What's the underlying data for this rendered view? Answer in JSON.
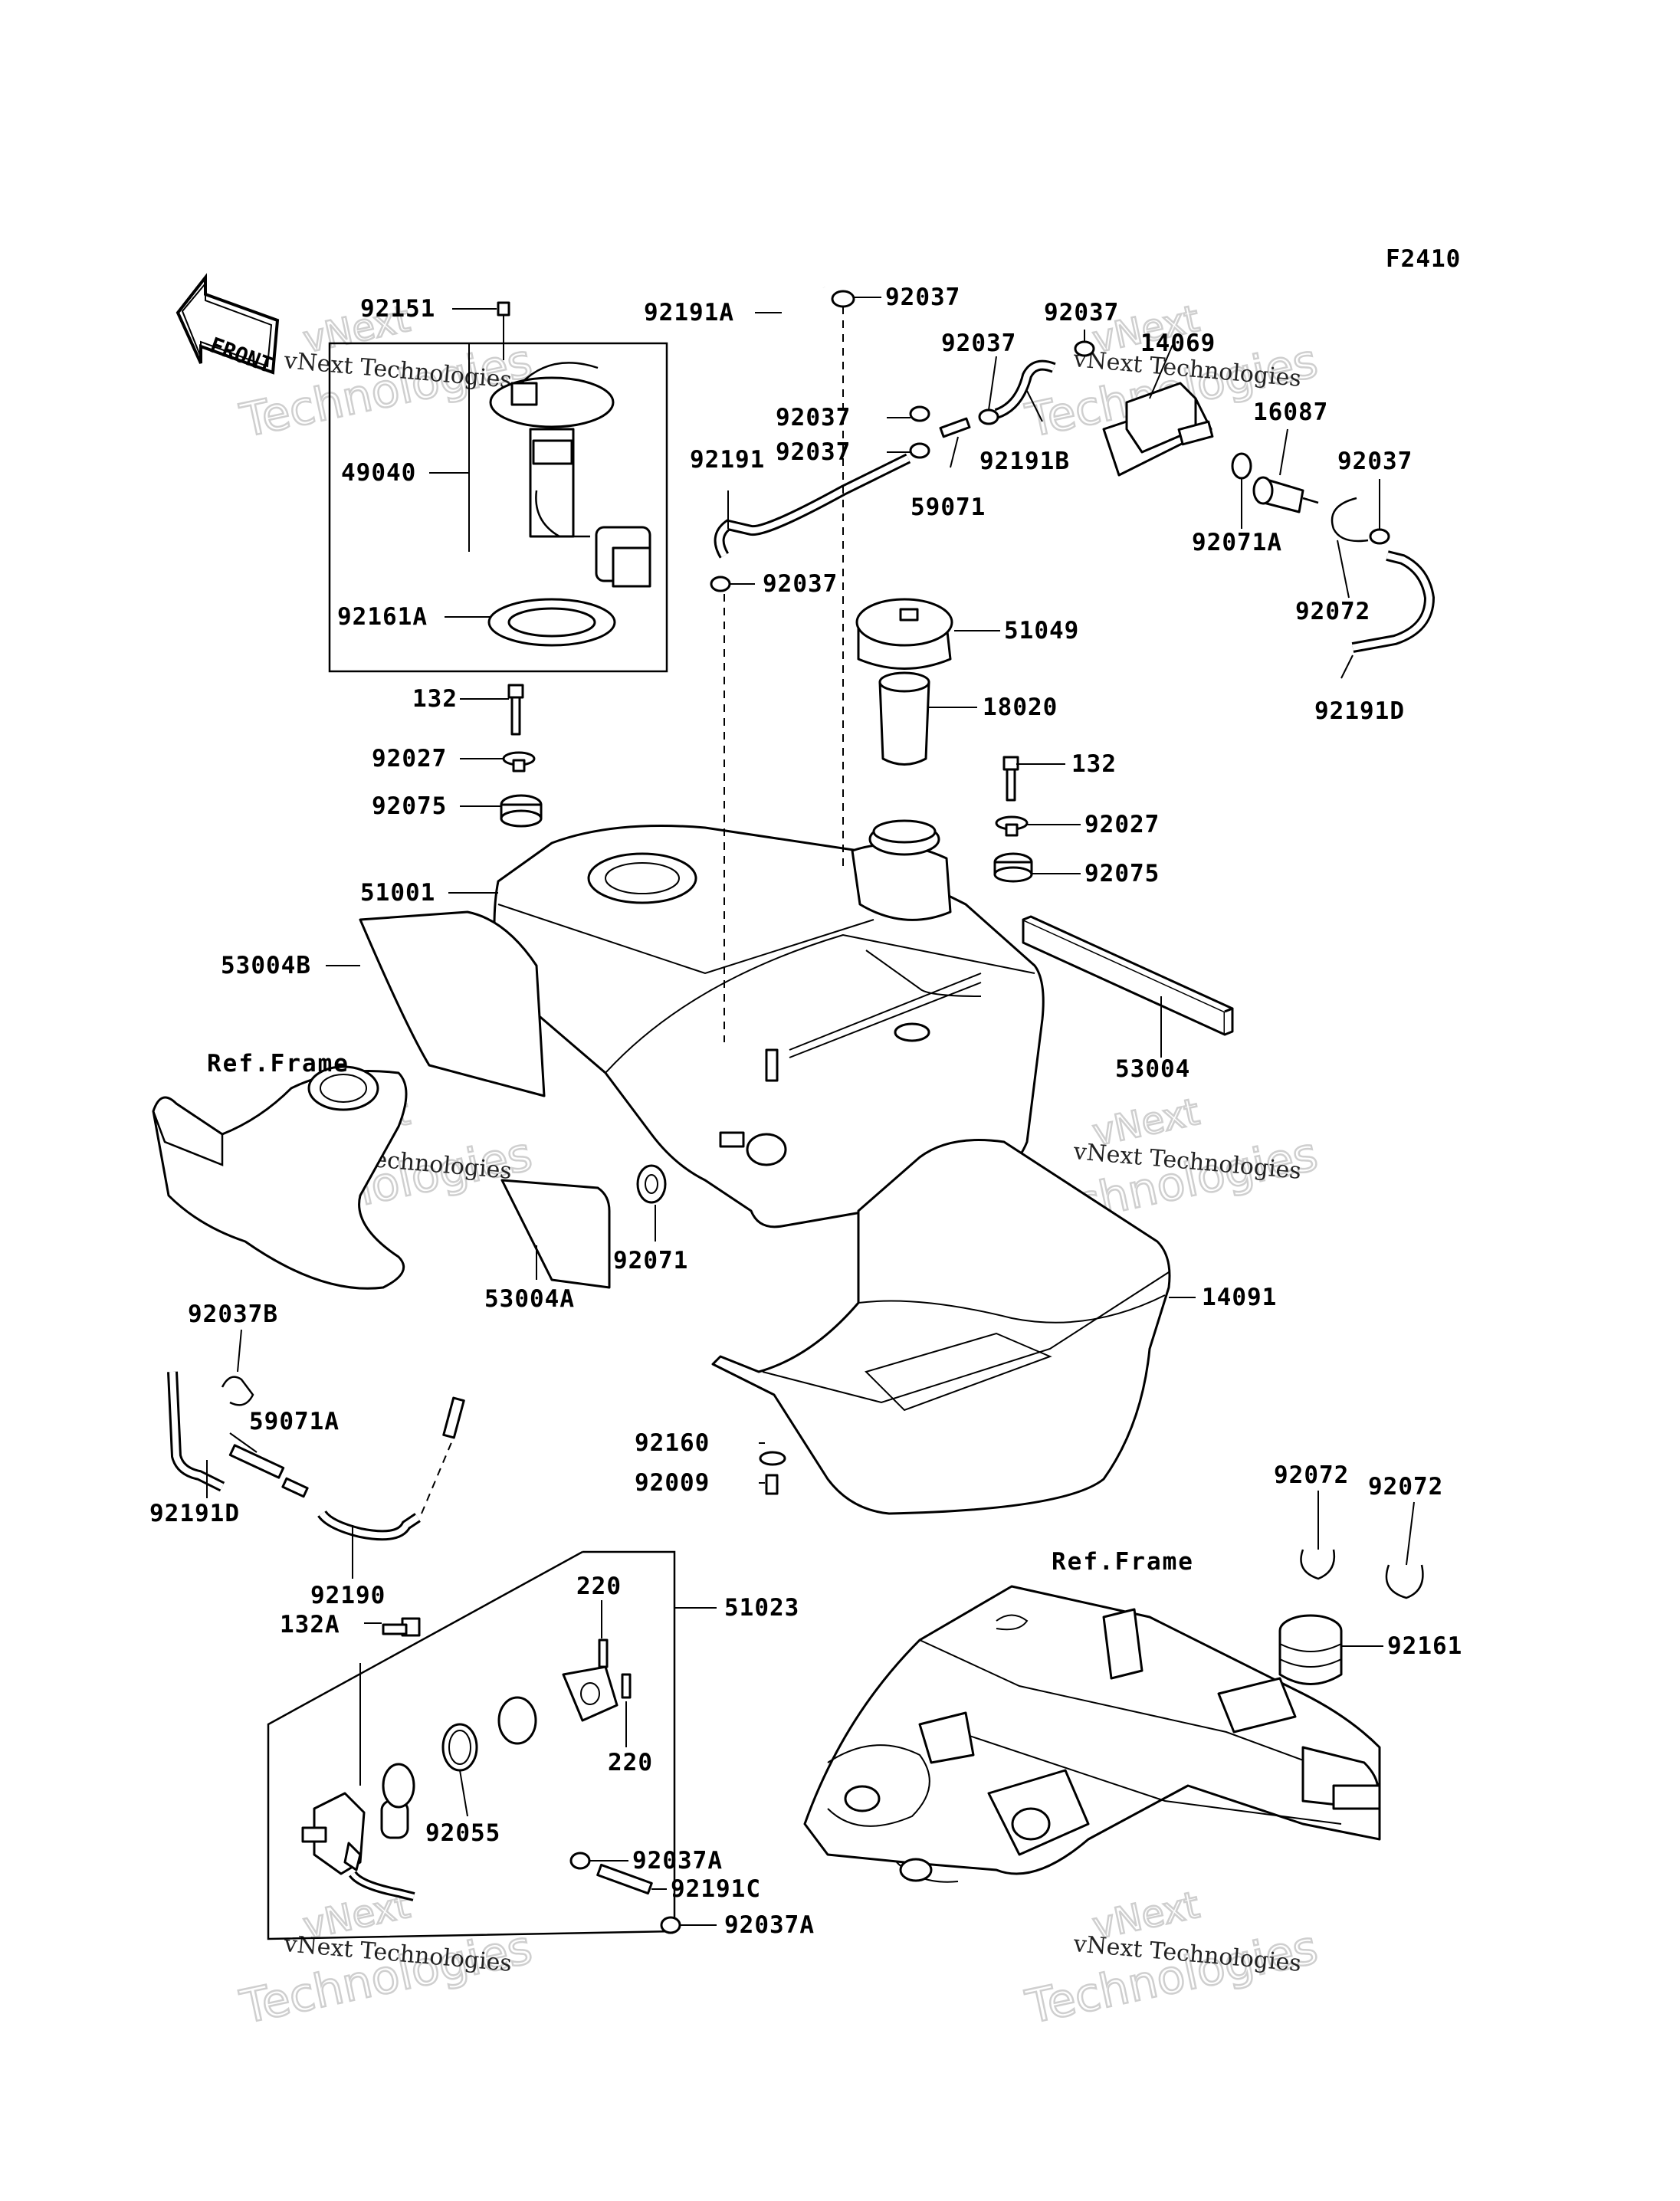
{
  "figure_code": "F2410",
  "front_label": "FRONT",
  "ref_frame_label": "Ref.Frame",
  "watermark": {
    "line1": "vNext Technologies",
    "line2": "Technologies",
    "faint": "vNext"
  },
  "parts": {
    "p92151": "92151",
    "p49040": "49040",
    "p92161A": "92161A",
    "p132_left": "132",
    "p92027_left": "92027",
    "p92075_left": "92075",
    "p51001": "51001",
    "p53004B": "53004B",
    "p53004A": "53004A",
    "p92071": "92071",
    "p92191A": "92191A",
    "p92037_top": "92037",
    "p92037_a": "92037",
    "p92037_b": "92037",
    "p92037_c": "92037",
    "p92037_d": "92037",
    "p92037_e": "92037",
    "p92037_f": "92037",
    "p14069": "14069",
    "p16087": "16087",
    "p92191B": "92191B",
    "p59071": "59071",
    "p92191": "92191",
    "p92071A": "92071A",
    "p92072_top": "92072",
    "p92191D_right": "92191D",
    "p51049": "51049",
    "p18020": "18020",
    "p132_right": "132",
    "p92027_right": "92027",
    "p92075_right": "92075",
    "p53004": "53004",
    "p14091": "14091",
    "p92160": "92160",
    "p92009": "92009",
    "p92037B": "92037B",
    "p59071A": "59071A",
    "p92191D_left": "92191D",
    "p92190": "92190",
    "p132A": "132A",
    "p51023": "51023",
    "p220_top": "220",
    "p220_bottom": "220",
    "p92055": "92055",
    "p92037A_top": "92037A",
    "p92191C": "92191C",
    "p92037A_bottom": "92037A",
    "p92072_a": "92072",
    "p92072_b": "92072",
    "p92161": "92161"
  }
}
